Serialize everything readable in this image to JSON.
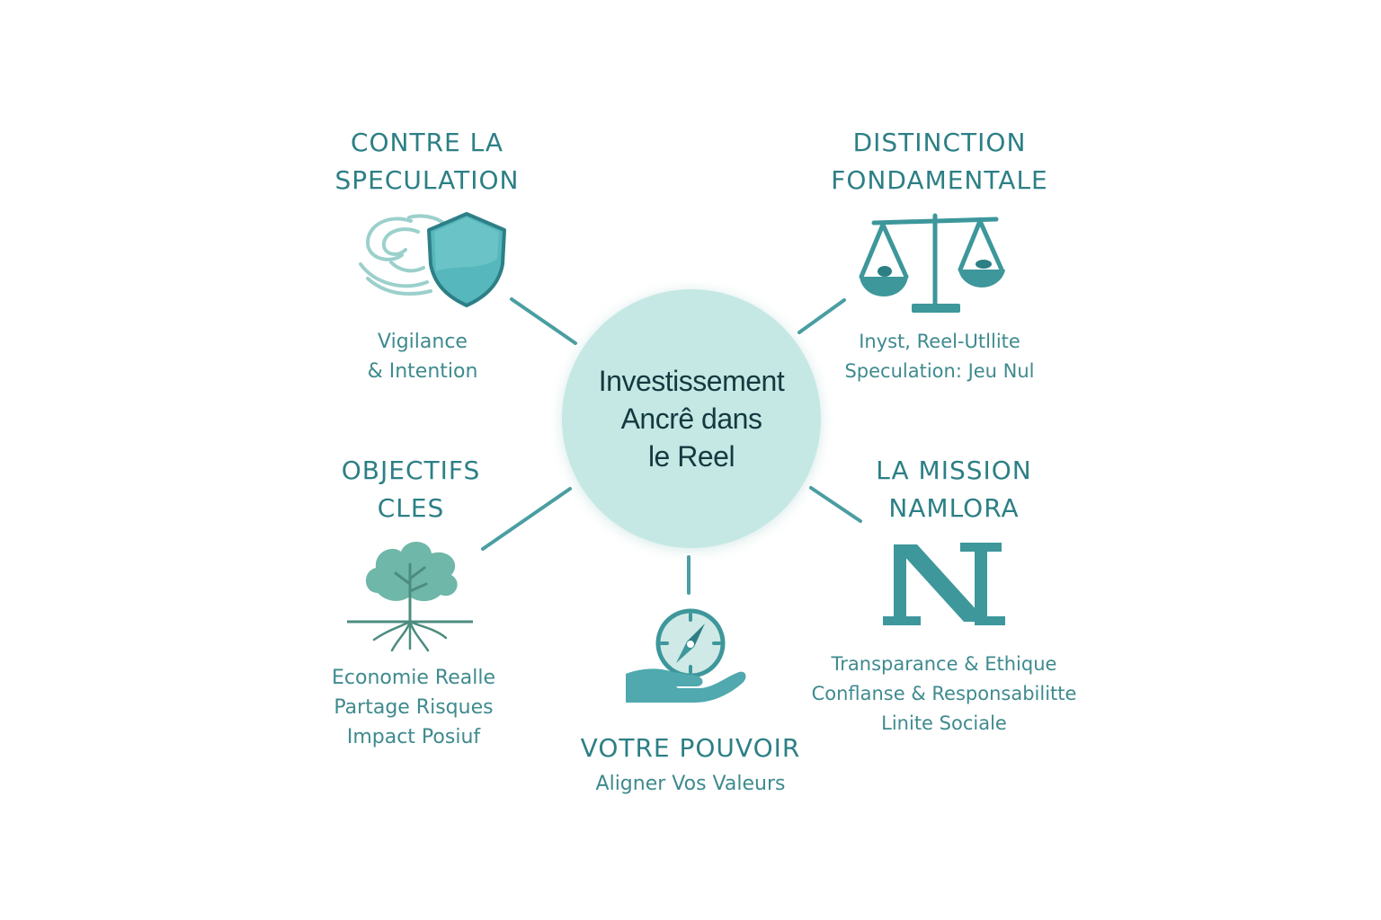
{
  "center": {
    "lines": [
      "Investissement",
      "Ancrê dans",
      "le Reel"
    ]
  },
  "nodes": {
    "contre": {
      "heading": [
        "CONTRE LA",
        "SPECULATION"
      ],
      "lines": [
        "Vigilance",
        "& Intention"
      ],
      "icon": "shield-icon"
    },
    "distinction": {
      "heading": [
        "DISTINCTION",
        "FONDAMENTALE"
      ],
      "lines": [
        "Inyst, Reel-Utllite",
        "Speculation: Jeu Nul"
      ],
      "icon": "scales-icon"
    },
    "objectifs": {
      "heading": [
        "OBJECTIFS",
        "CLES"
      ],
      "lines": [
        "Economie Realle",
        "Partage Risques",
        "Impact Posiuf"
      ],
      "icon": "tree-icon"
    },
    "mission": {
      "heading": [
        "LA MISSION",
        "NAMLORA"
      ],
      "lines": [
        "Transparance & Ethique",
        "Conflanse & Responsabilitte",
        "Linite Sociale"
      ],
      "icon": "letter-n-logo"
    },
    "pouvoir": {
      "heading": [
        "VOTRE POUVOIR"
      ],
      "lines": [
        "Aligner Vos Valeurs"
      ],
      "icon": "hand-compass-icon"
    }
  },
  "colors": {
    "accent": "#2c7f85",
    "hub": "#c5e8e4",
    "icon_fill": "#4fa9ae",
    "connector": "#4a9ea2"
  }
}
